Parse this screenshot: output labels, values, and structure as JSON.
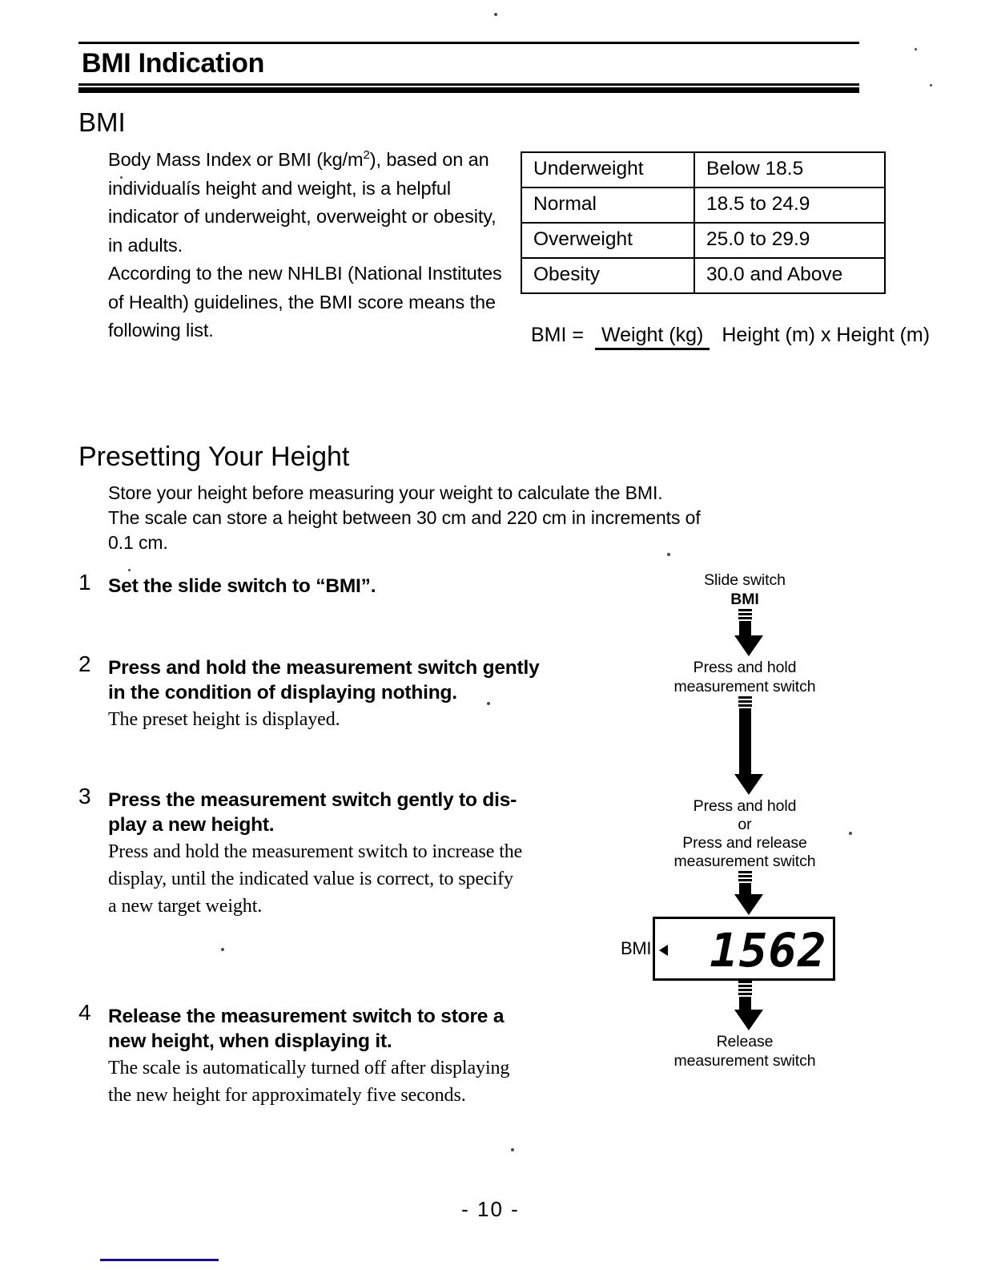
{
  "document": {
    "chapter_title": "BMI Indication",
    "page_number": "-  10  -"
  },
  "bmi_section": {
    "heading": "BMI",
    "paragraph_1": "Body Mass Index or BMI (kg/m",
    "paragraph_1_sup": "2",
    "paragraph_1_rest": "), based on an individualís height and weight, is a helpful indicator of underweight, overweight or obesity, in adults.",
    "paragraph_2": "According to the new NHLBI (National Institutes of Health) guidelines, the BMI score means the following list.",
    "table": {
      "rows": [
        {
          "category": "Underweight",
          "range": "Below 18.5"
        },
        {
          "category": "Normal",
          "range": "18.5 to 24.9"
        },
        {
          "category": "Overweight",
          "range": "25.0 to 29.9"
        },
        {
          "category": "Obesity",
          "range": "30.0 and Above"
        }
      ]
    },
    "formula": {
      "lhs": "BMI =",
      "numerator": "Weight (kg)",
      "denominator": "Height (m) x Height (m)"
    }
  },
  "presetting_section": {
    "heading": "Presetting Your Height",
    "intro_line_1": "Store your height before measuring your weight to calculate the BMI.",
    "intro_line_2": "The scale can store a height between 30 cm and 220 cm in increments of",
    "intro_line_3": "0.1 cm.",
    "steps": [
      {
        "number": "1",
        "bold_line_1": "Set the slide switch to “BMI”.",
        "bold_line_2": "",
        "note_line_1": "",
        "note_line_2": "",
        "note_line_3": ""
      },
      {
        "number": "2",
        "bold_line_1": "Press and hold the measurement switch gently",
        "bold_line_2": "in the condition of displaying nothing.",
        "note_line_1": "The preset height is displayed.",
        "note_line_2": "",
        "note_line_3": ""
      },
      {
        "number": "3",
        "bold_line_1": "Press the measurement switch gently to dis-",
        "bold_line_2": "play a new height.",
        "note_line_1": "Press and hold the measurement switch to increase the",
        "note_line_2": "display, until the indicated value is correct, to specify",
        "note_line_3": "a new target weight."
      },
      {
        "number": "4",
        "bold_line_1": "Release the measurement switch to store a",
        "bold_line_2": "new height, when displaying it.",
        "note_line_1": "The scale is automatically turned off after displaying",
        "note_line_2": "the new height for approximately five seconds.",
        "note_line_3": ""
      }
    ]
  },
  "diagram": {
    "label_slide_switch": "Slide switch",
    "label_bmi": "BMI",
    "label_press_hold_1": "Press and hold",
    "label_press_hold_2": "measurement switch",
    "label_press_hold_or_1": "Press and hold",
    "label_press_hold_or_2": "or",
    "label_press_hold_or_3": "Press and release",
    "label_press_hold_or_4": "measurement switch",
    "lcd_side_label": "BMI",
    "lcd_value": "1562",
    "label_release_1": "Release",
    "label_release_2": "measurement switch"
  }
}
